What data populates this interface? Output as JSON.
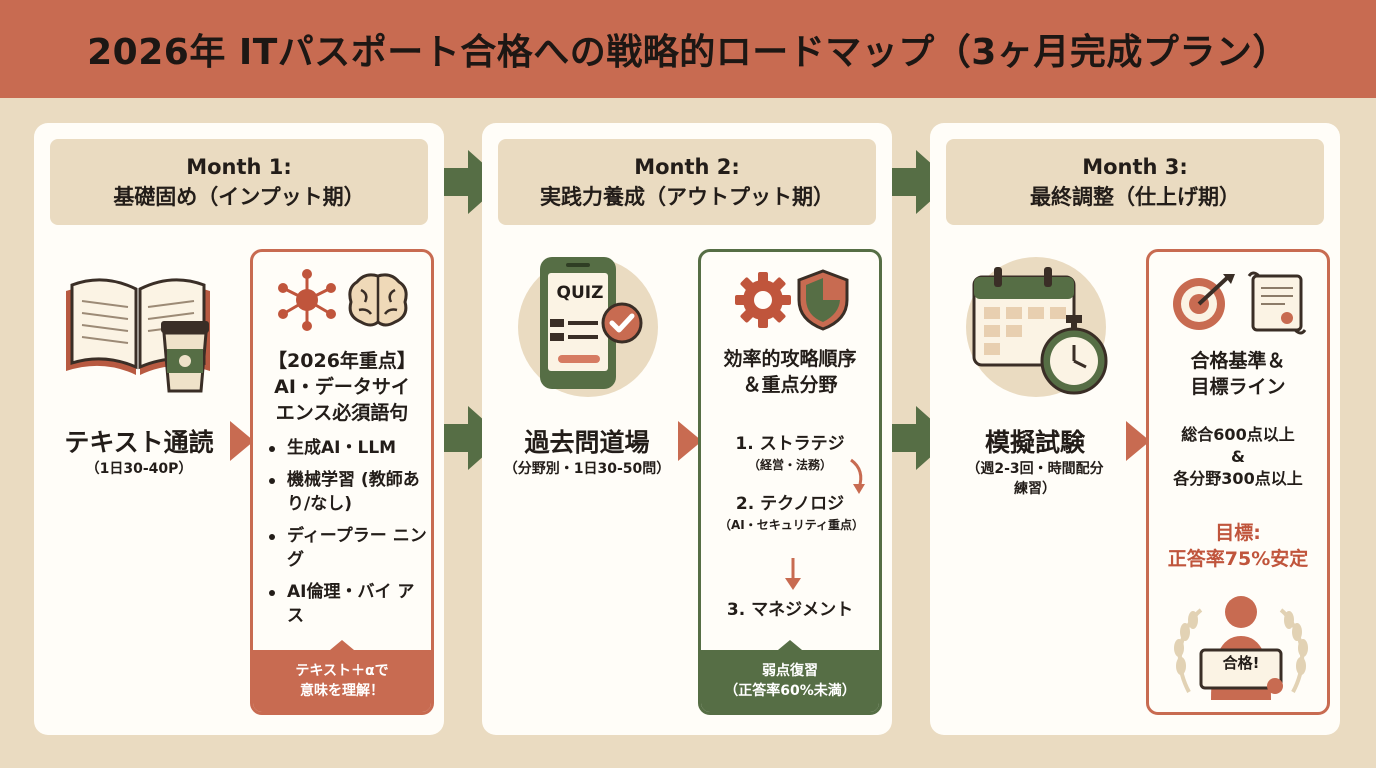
{
  "title": "2026年 ITパスポート合格への戦略的ロードマップ（3ヶ月完成プラン）",
  "colors": {
    "accent": "#c86b51",
    "green": "#566e45",
    "beige": "#eadbc1"
  },
  "month1": {
    "header_line1": "Month 1:",
    "header_line2": "基礎固め（インプット期）",
    "main_label": "テキスト通読",
    "main_sub": "（1日30-40P）",
    "icons": [
      "open-book-icon",
      "coffee-cup-icon"
    ],
    "panel": {
      "icons": [
        "network-icon",
        "brain-icon"
      ],
      "title_line1": "【2026年重点】",
      "title_line2": "AI・データサイ",
      "title_line3": "エンス必須語句",
      "bullets": [
        "生成AI・LLM",
        "機械学習 (教師あり/なし)",
        "ディープラー ニング",
        "AI倫理・バイ アス"
      ],
      "footer_line1": "テキスト＋αで",
      "footer_line2": "意味を理解！"
    }
  },
  "month2": {
    "header_line1": "Month 2:",
    "header_line2": "実践力養成（アウトプット期）",
    "main_label": "過去問道場",
    "main_sub": "（分野別・1日30-50問）",
    "quiz_label": "QUIZ",
    "icons": [
      "quiz-phone-icon",
      "check-badge-icon"
    ],
    "panel": {
      "icons": [
        "gear-icon",
        "shield-icon"
      ],
      "title_line1": "効率的攻略順序",
      "title_line2": "＆重点分野",
      "steps": [
        {
          "title": "1. ストラテジ",
          "sub": "（経営・法務）"
        },
        {
          "title": "2. テクノロジ",
          "sub": "（AI・セキュリティ重点）"
        },
        {
          "title": "3. マネジメント",
          "sub": ""
        }
      ],
      "footer_line1": "弱点復習",
      "footer_line2": "（正答率60%未満）"
    }
  },
  "month3": {
    "header_line1": "Month 3:",
    "header_line2": "最終調整（仕上げ期）",
    "main_label": "模擬試験",
    "main_sub_line1": "（週2-3回・時間配分",
    "main_sub_line2": "練習）",
    "icons": [
      "calendar-icon",
      "stopwatch-icon"
    ],
    "panel": {
      "icons": [
        "target-icon",
        "certificate-icon"
      ],
      "title_line1": "合格基準＆",
      "title_line2": "目標ライン",
      "criteria_line1": "総合600点以上",
      "criteria_line2": "&",
      "criteria_line3": "各分野300点以上",
      "goal_line1": "目標:",
      "goal_line2": "正答率75%安定",
      "badge_text": "合格!"
    }
  }
}
